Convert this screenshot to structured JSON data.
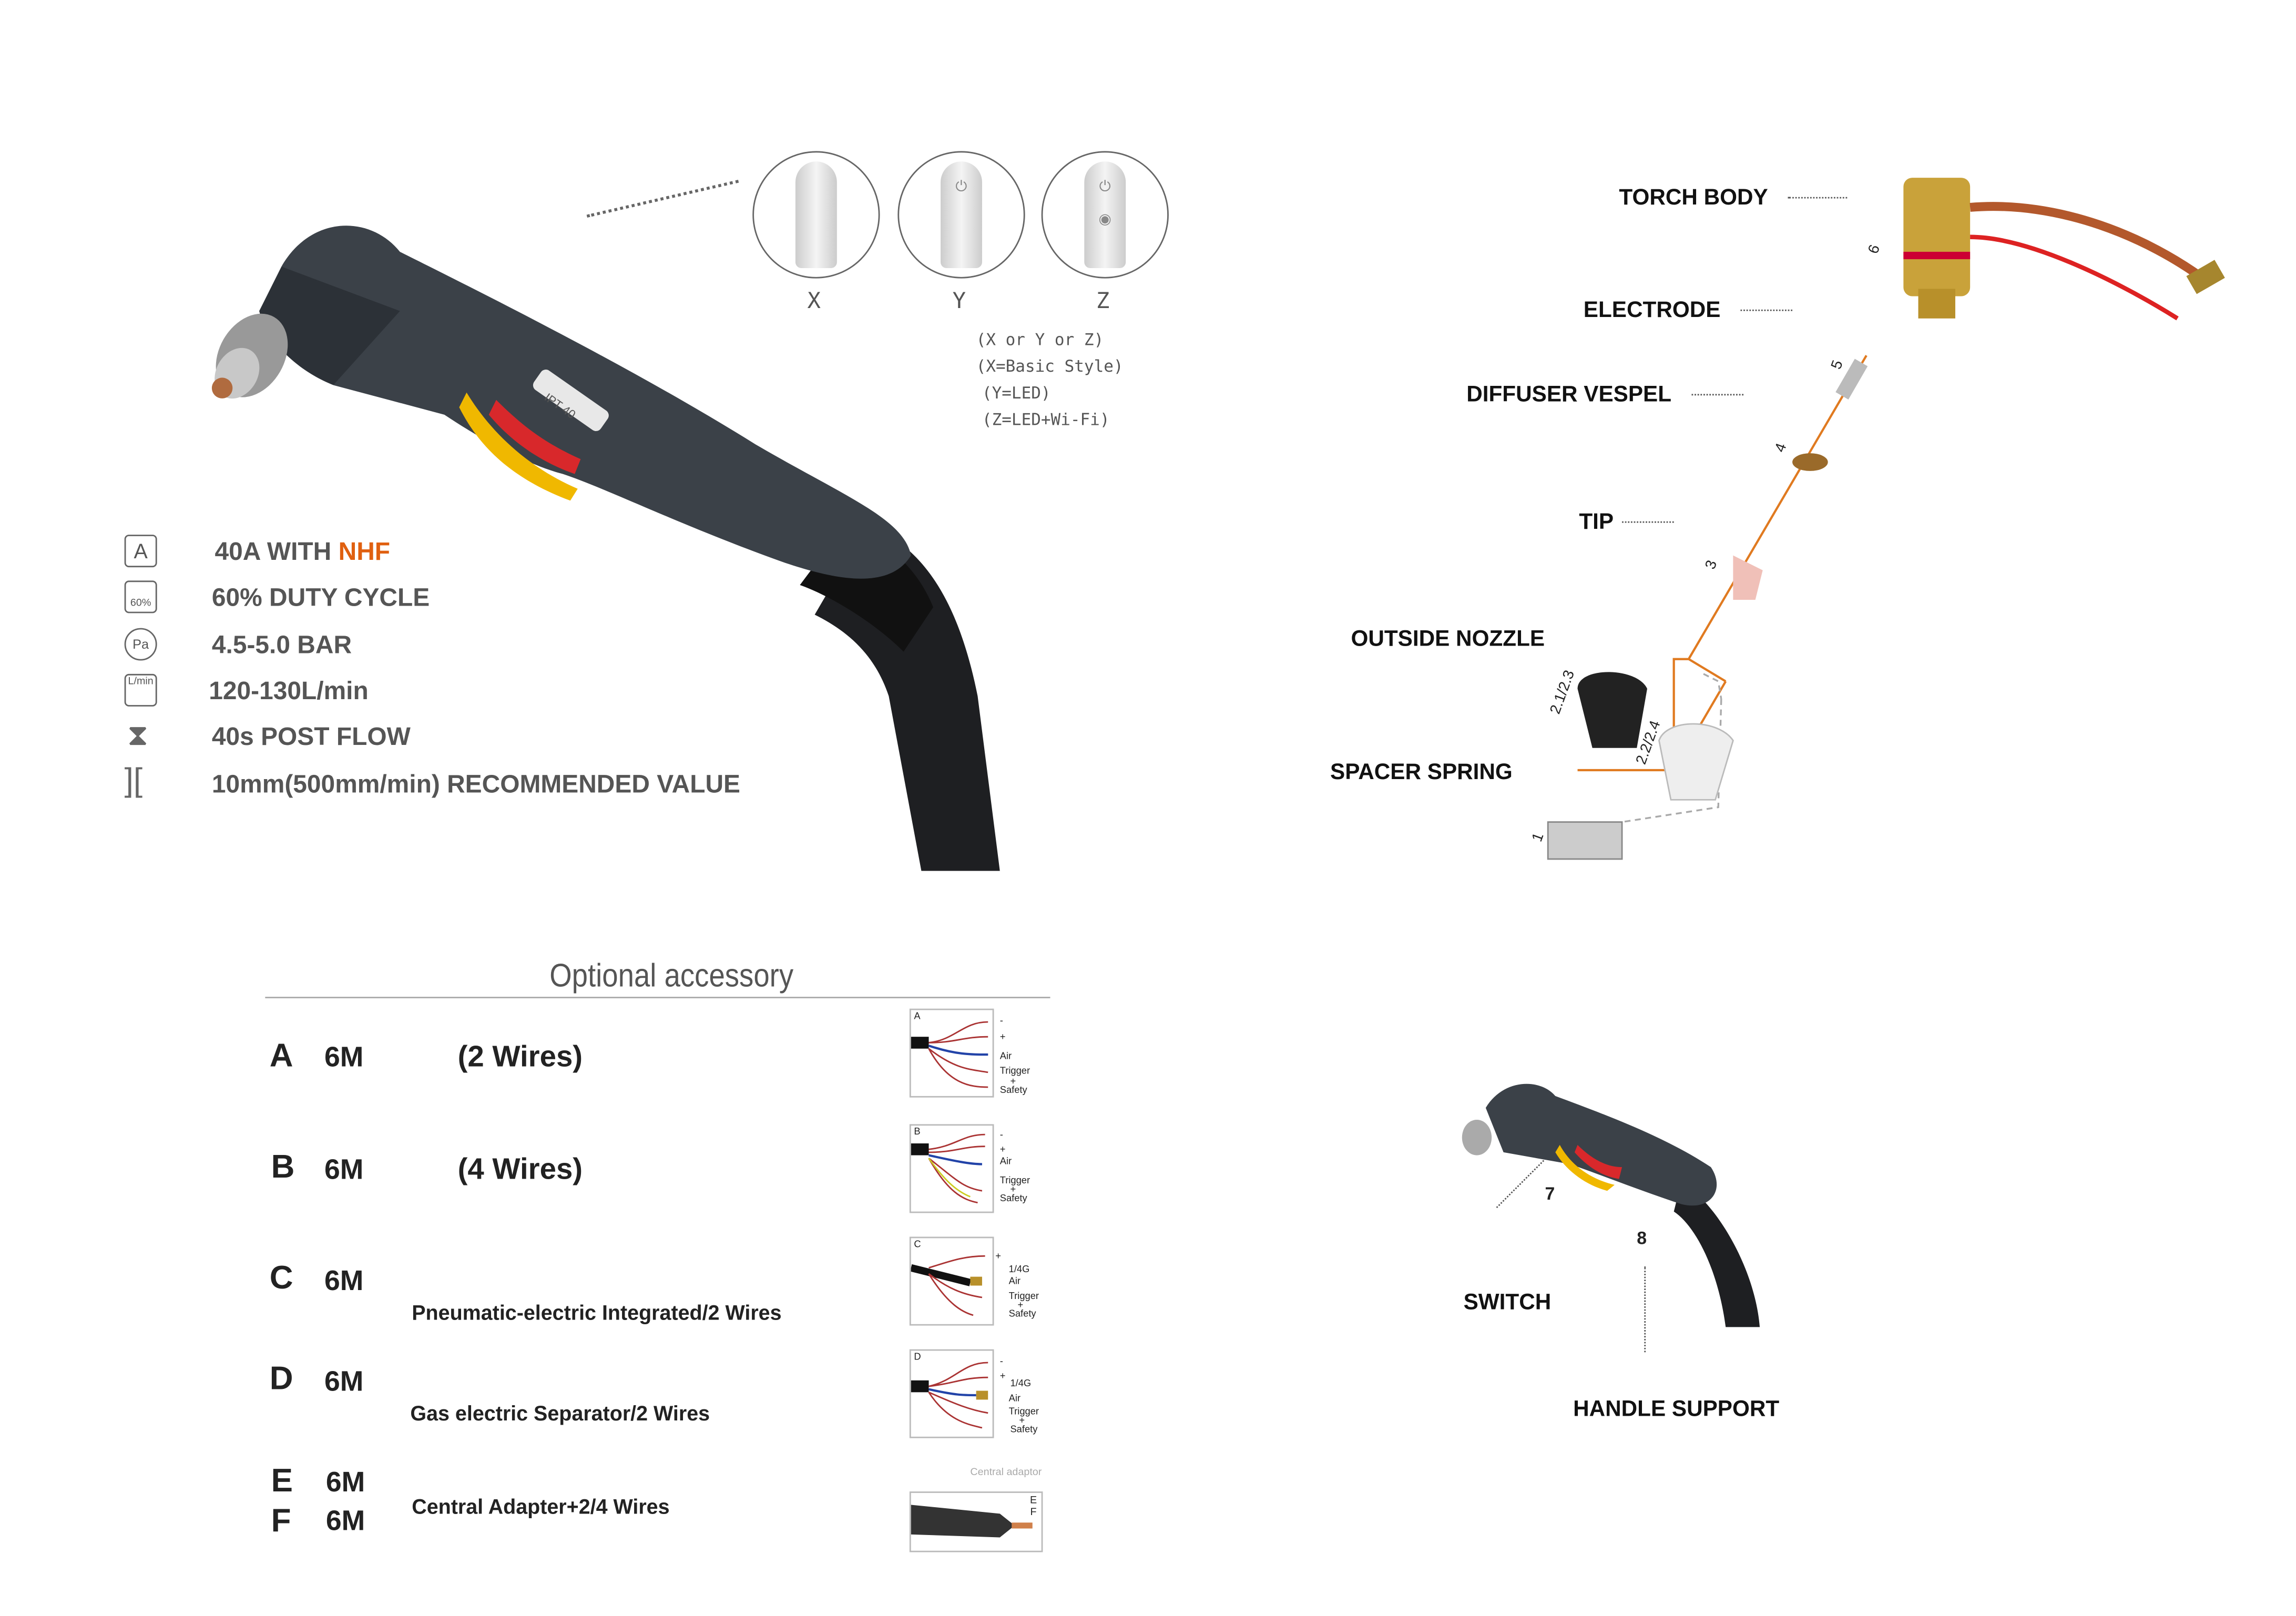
{
  "switch_options": {
    "items": [
      {
        "label": "X",
        "icon": "ribbed-switch-icon"
      },
      {
        "label": "Y",
        "icon": "power-button-icon"
      },
      {
        "label": "Z",
        "icon": "power-wifi-button-icon"
      }
    ],
    "notes": [
      "(X or Y or Z)",
      "(X=Basic Style)",
      "(Y=LED)",
      "(Z=LED+Wi-Fi)"
    ]
  },
  "torch": {
    "model_label": "IPT 40"
  },
  "specs": [
    {
      "icon": "ampere-icon",
      "icon_text": "A",
      "text": "40A WITH ",
      "highlight": "NHF"
    },
    {
      "icon": "duty-cycle-icon",
      "icon_text": "60%",
      "text": "60% DUTY CYCLE"
    },
    {
      "icon": "pressure-gauge-icon",
      "icon_text": "Pa",
      "text": "4.5-5.0 BAR"
    },
    {
      "icon": "flow-rate-icon",
      "icon_text": "L/min",
      "text": "120-130L/min"
    },
    {
      "icon": "hourglass-icon",
      "icon_text": "",
      "text": "40s POST FLOW"
    },
    {
      "icon": "thickness-icon",
      "icon_text": "",
      "text": "10mm(500mm/min) RECOMMENDED VALUE"
    }
  ],
  "highlight_color": "#e06010",
  "accessory": {
    "title": "Optional accessory",
    "rows": [
      {
        "letter": "A",
        "length": "6M",
        "desc": "(2 Wires)"
      },
      {
        "letter": "B",
        "length": "6M",
        "desc": "(4 Wires)"
      },
      {
        "letter": "C",
        "length": "6M",
        "desc": "Pneumatic-electric Integrated/2 Wires"
      },
      {
        "letter": "D",
        "length": "6M",
        "desc": "Gas electric Separator/2 Wires"
      },
      {
        "letter": "E",
        "length": "6M",
        "desc": "Central Adapter+2/4 Wires"
      },
      {
        "letter": "F",
        "length": "6M"
      }
    ],
    "diagrams": [
      {
        "label": "A",
        "wires": [
          "-",
          "+",
          "Air",
          "Trigger",
          "+",
          "Safety"
        ]
      },
      {
        "label": "B",
        "wires": [
          "-",
          "+",
          "Air",
          "Trigger",
          "+",
          "Safety"
        ]
      },
      {
        "label": "C",
        "wires": [
          "+",
          "1/4G",
          "Air",
          "Trigger",
          "+",
          "Safety"
        ]
      },
      {
        "label": "D",
        "wires": [
          "-",
          "+",
          "1/4G",
          "Air",
          "Trigger",
          "+",
          "Safety"
        ]
      },
      {
        "label": "E\nF",
        "caption": "Central adaptor"
      }
    ]
  },
  "exploded_view": {
    "parts": [
      {
        "name": "TORCH BODY",
        "number": "6"
      },
      {
        "name": "ELECTRODE",
        "number": "5"
      },
      {
        "name": "DIFFUSER VESPEL",
        "number": "4"
      },
      {
        "name": "TIP",
        "number": "3"
      },
      {
        "name": "OUTSIDE NOZZLE",
        "number": "2.1/2.3",
        "alt_number": "2.2/2.4"
      },
      {
        "name": "SPACER SPRING",
        "number": "1"
      }
    ]
  },
  "handle_view": {
    "parts": [
      {
        "name": "SWITCH",
        "number": "7"
      },
      {
        "name": "HANDLE SUPPORT",
        "number": "8"
      }
    ]
  }
}
